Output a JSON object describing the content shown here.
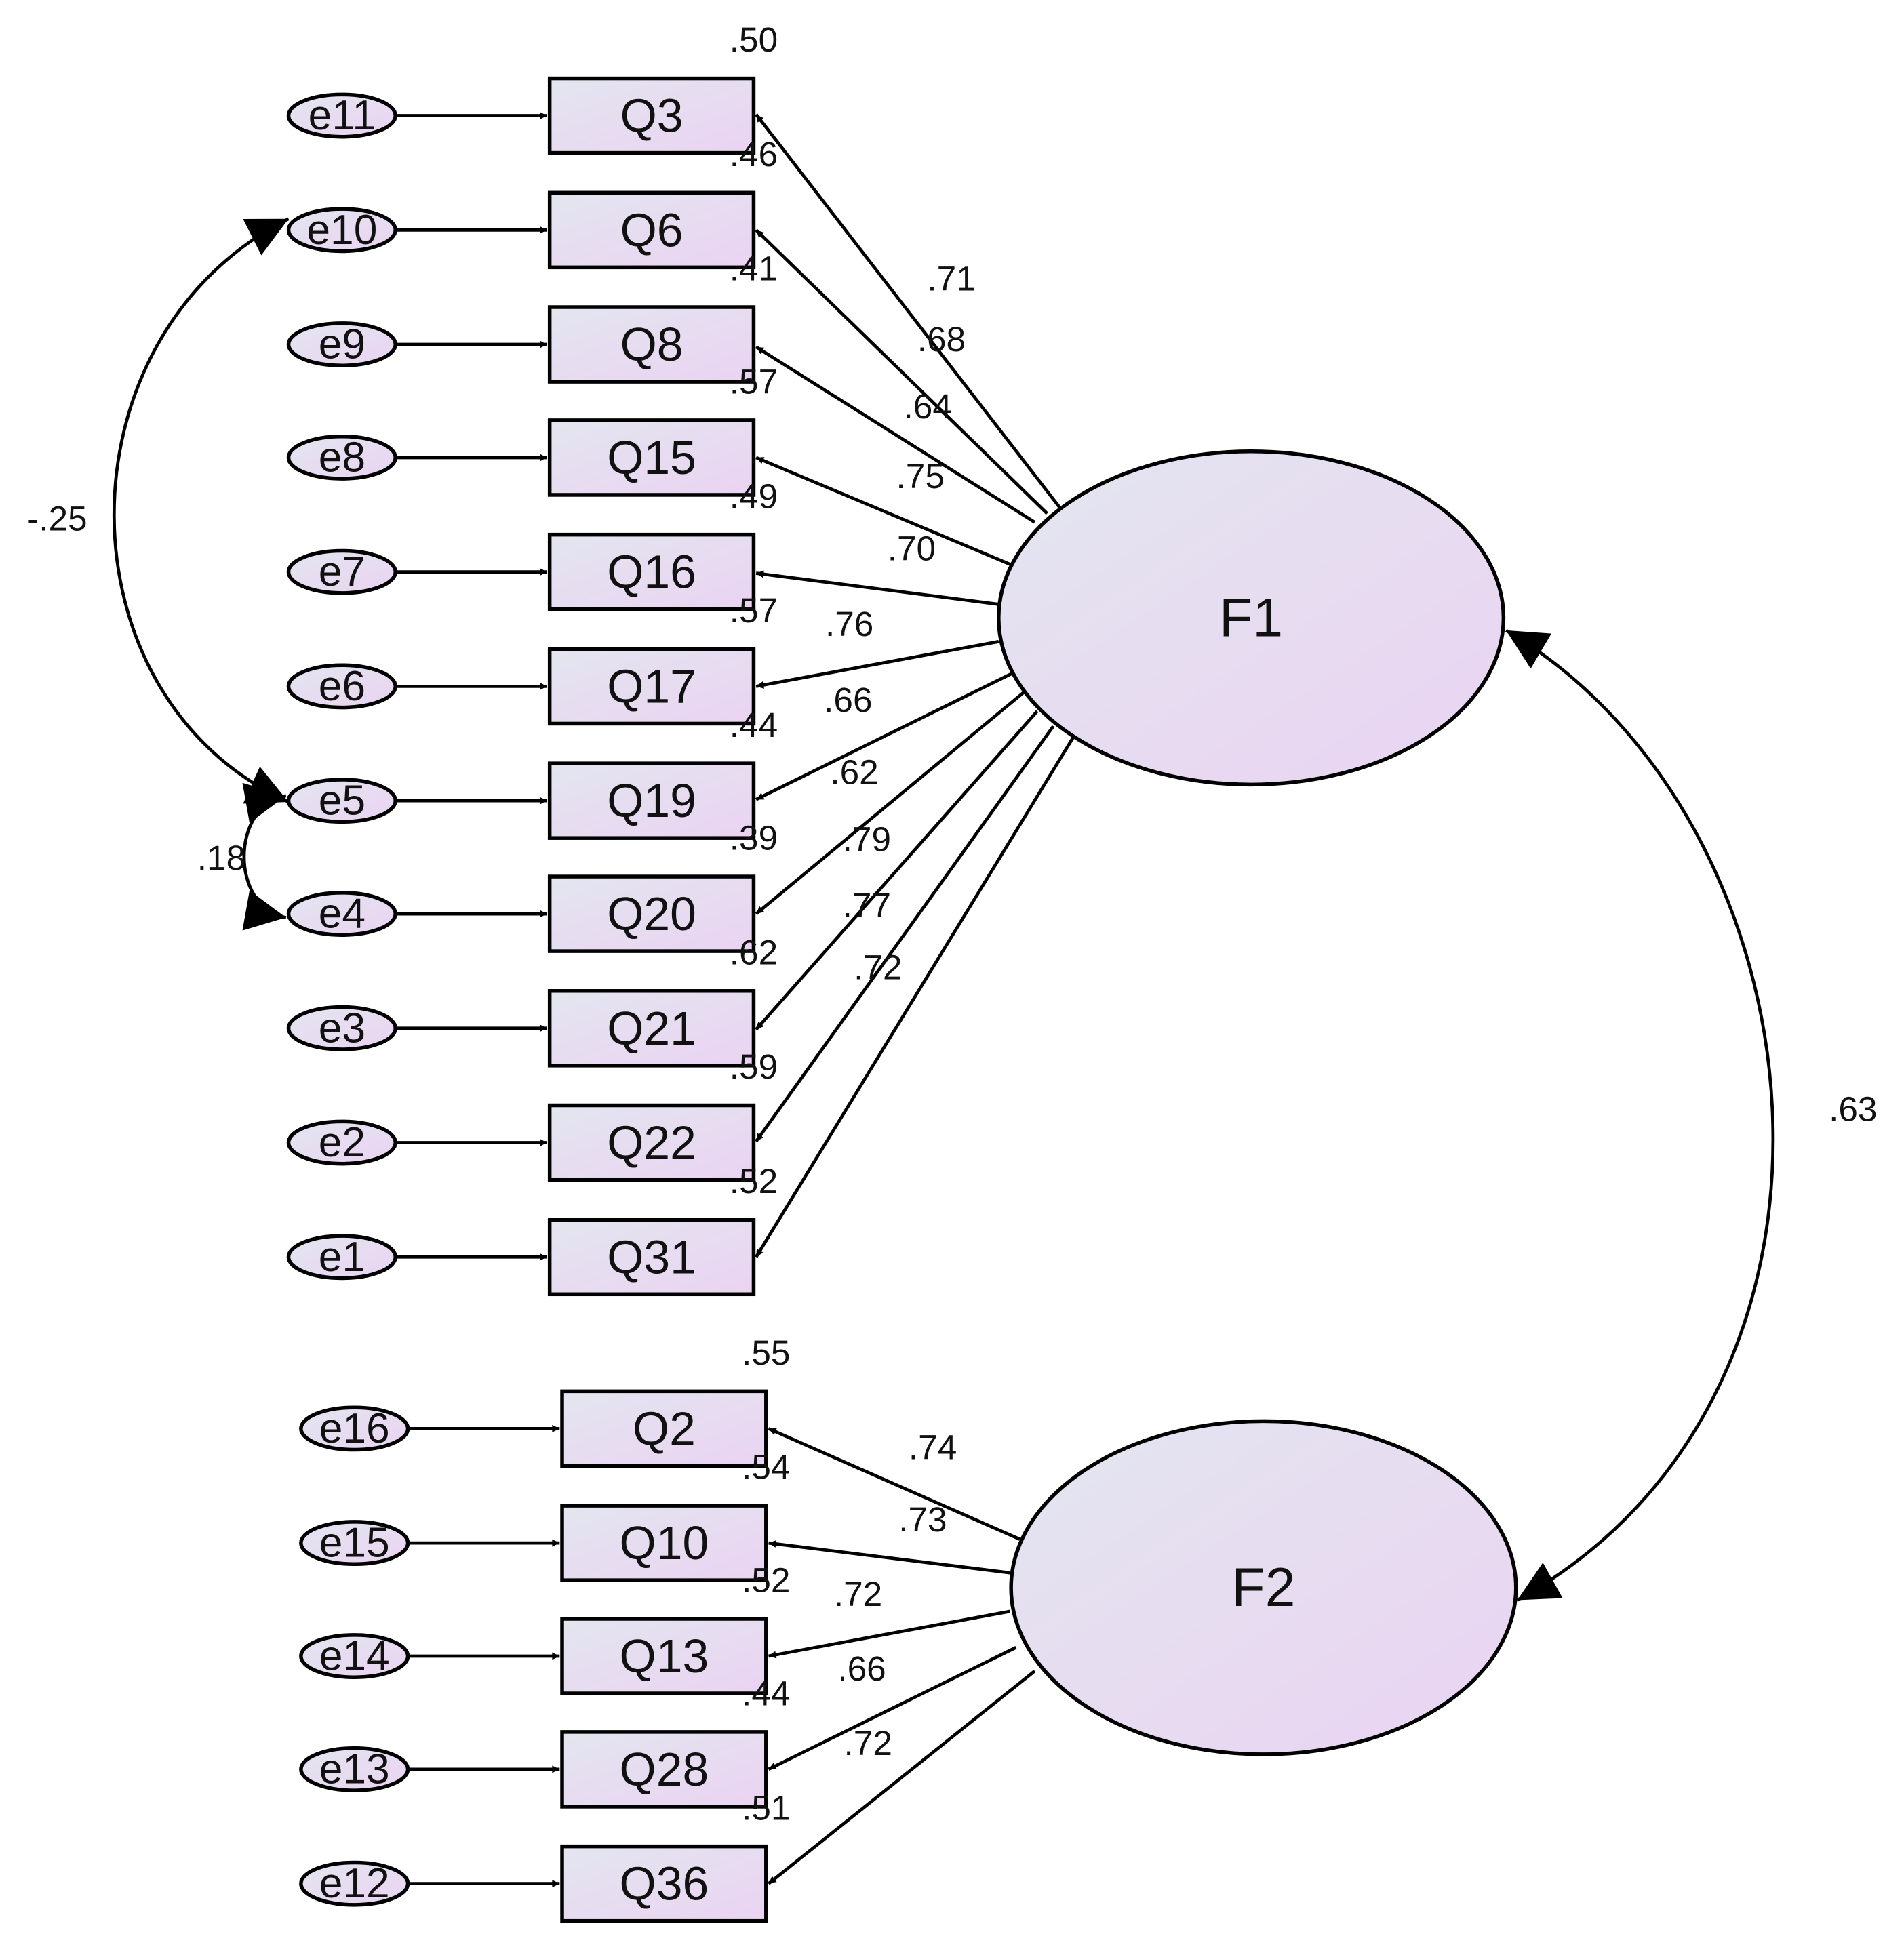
{
  "factors": [
    {
      "id": "F1",
      "label": "F1"
    },
    {
      "id": "F2",
      "label": "F2"
    }
  ],
  "indicators": [
    {
      "item": "Q3",
      "error": "e11",
      "factor": "F1",
      "loading": ".71",
      "r2": ".50"
    },
    {
      "item": "Q6",
      "error": "e10",
      "factor": "F1",
      "loading": ".68",
      "r2": ".46"
    },
    {
      "item": "Q8",
      "error": "e9",
      "factor": "F1",
      "loading": ".64",
      "r2": ".41"
    },
    {
      "item": "Q15",
      "error": "e8",
      "factor": "F1",
      "loading": ".75",
      "r2": ".57"
    },
    {
      "item": "Q16",
      "error": "e7",
      "factor": "F1",
      "loading": ".70",
      "r2": ".49"
    },
    {
      "item": "Q17",
      "error": "e6",
      "factor": "F1",
      "loading": ".76",
      "r2": ".57"
    },
    {
      "item": "Q19",
      "error": "e5",
      "factor": "F1",
      "loading": ".66",
      "r2": ".44"
    },
    {
      "item": "Q20",
      "error": "e4",
      "factor": "F1",
      "loading": ".62",
      "r2": ".39"
    },
    {
      "item": "Q21",
      "error": "e3",
      "factor": "F1",
      "loading": ".79",
      "r2": ".62"
    },
    {
      "item": "Q22",
      "error": "e2",
      "factor": "F1",
      "loading": ".77",
      "r2": ".59"
    },
    {
      "item": "Q31",
      "error": "e1",
      "factor": "F1",
      "loading": ".72",
      "r2": ".52"
    },
    {
      "item": "Q2",
      "error": "e16",
      "factor": "F2",
      "loading": ".74",
      "r2": ".55"
    },
    {
      "item": "Q10",
      "error": "e15",
      "factor": "F2",
      "loading": ".73",
      "r2": ".54"
    },
    {
      "item": "Q13",
      "error": "e14",
      "factor": "F2",
      "loading": ".72",
      "r2": ".52"
    },
    {
      "item": "Q28",
      "error": "e13",
      "factor": "F2",
      "loading": ".66",
      "r2": ".44"
    },
    {
      "item": "Q36",
      "error": "e12",
      "factor": "F2",
      "loading": ".72",
      "r2": ".51"
    }
  ],
  "covariances": [
    {
      "between": [
        "e10",
        "e5"
      ],
      "value": "-.25"
    },
    {
      "between": [
        "e5",
        "e4"
      ],
      "value": ".18"
    },
    {
      "between": [
        "F1",
        "F2"
      ],
      "value": ".63"
    }
  ],
  "colors": {
    "node_fill_start": "#e3e6ef",
    "node_fill_end": "#ead3f2",
    "stroke": "#000000"
  }
}
